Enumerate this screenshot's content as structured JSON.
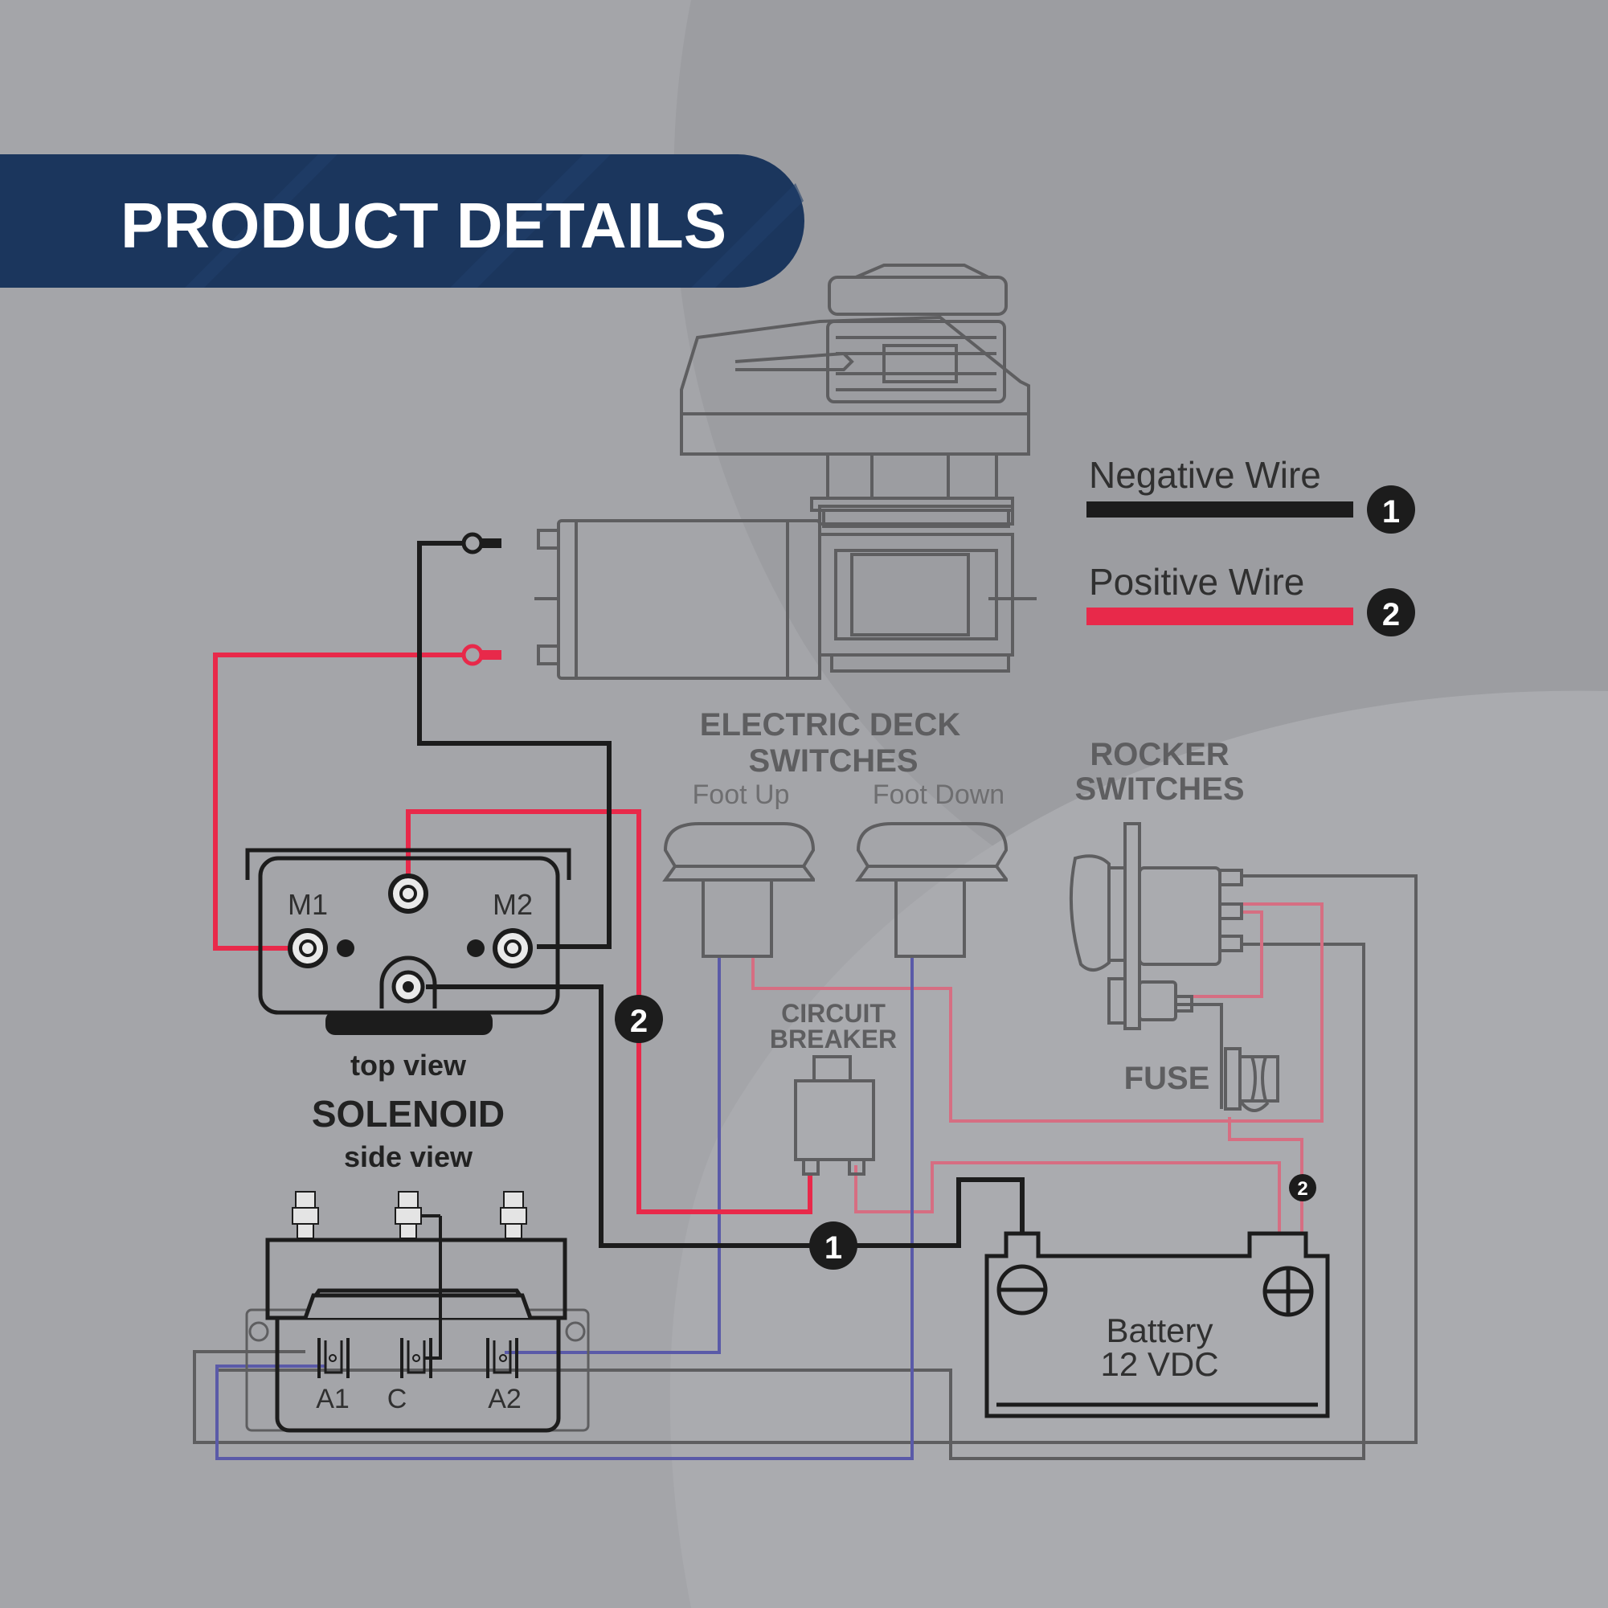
{
  "banner": {
    "title": "PRODUCT DETAILS"
  },
  "legend": {
    "negative_label": "Negative Wire",
    "negative_number": "1",
    "positive_label": "Positive Wire",
    "positive_number": "2"
  },
  "deck_switches": {
    "title_line1": "ELECTRIC DECK",
    "title_line2": "SWITCHES",
    "foot_up": "Foot Up",
    "foot_down": "Foot Down"
  },
  "rocker": {
    "title_line1": "ROCKER",
    "title_line2": "SWITCHES",
    "fuse": "FUSE"
  },
  "circuit_breaker": {
    "line1": "CIRCUIT",
    "line2": "BREAKER"
  },
  "solenoid": {
    "top_view": "top view",
    "title": "SOLENOID",
    "side_view": "side view",
    "m1": "M1",
    "m2": "M2",
    "a1": "A1",
    "c": "C",
    "a2": "A2"
  },
  "battery": {
    "line1": "Battery",
    "line2": "12 VDC"
  },
  "markers": {
    "wire1": "1",
    "wire2": "2",
    "small2": "2"
  },
  "colors": {
    "background": "#a4a5a9",
    "banner": "#1b365d",
    "negative": "#1c1c1c",
    "positive": "#e8294a",
    "control_wire": "#5a5aa8",
    "outline": "#5a5a5a"
  }
}
